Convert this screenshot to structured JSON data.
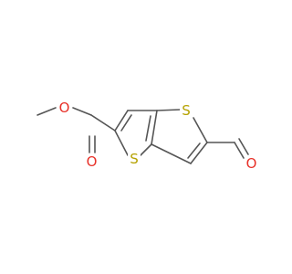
{
  "molecule": {
    "atoms": {
      "sulfur_top": "S",
      "sulfur_bottom": "S",
      "oxygen_ester_single": "O",
      "oxygen_ester_double": "O",
      "oxygen_aldehyde": "O"
    }
  },
  "colors": {
    "bond": "#555555",
    "sulfur": "#b5a200",
    "oxygen": "#e8322a",
    "background": "#ffffff"
  }
}
